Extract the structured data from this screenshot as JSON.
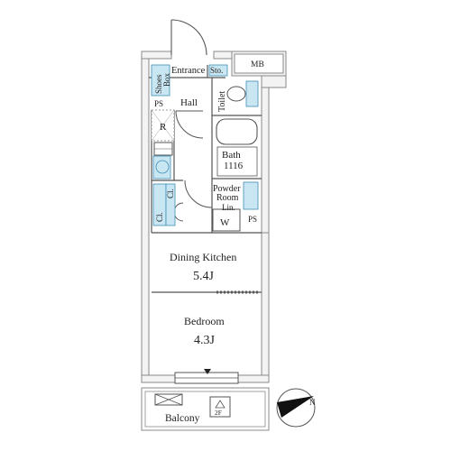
{
  "rooms": {
    "entrance": "Entrance",
    "storage": "Sto.",
    "meter_box": "MB",
    "shoes_box_1": "Shoes",
    "shoes_box_2": "Box",
    "hall": "Hall",
    "toilet": "Toilet",
    "pipe_space_left": "PS",
    "refrigerator": "R",
    "bath_name": "Bath",
    "bath_size": "1116",
    "powder_1": "Powder",
    "powder_2": "Room",
    "linen": "Lin.",
    "washer": "W",
    "pipe_space_right": "PS",
    "closet_left": "Cl.",
    "closet_right": "Cl.",
    "dining_kitchen_name": "Dining Kitchen",
    "dining_kitchen_size": "5.4J",
    "bedroom_name": "Bedroom",
    "bedroom_size": "4.3J",
    "balcony": "Balcony",
    "hatch": "2F"
  },
  "compass": {
    "north": "N"
  },
  "colors": {
    "wall_fill": "#f3f3f3",
    "wall_stroke": "#8a8a8a",
    "line": "#555555",
    "fixture_blue": "#c9e6f3",
    "fixture_stroke": "#3f8fb7"
  }
}
